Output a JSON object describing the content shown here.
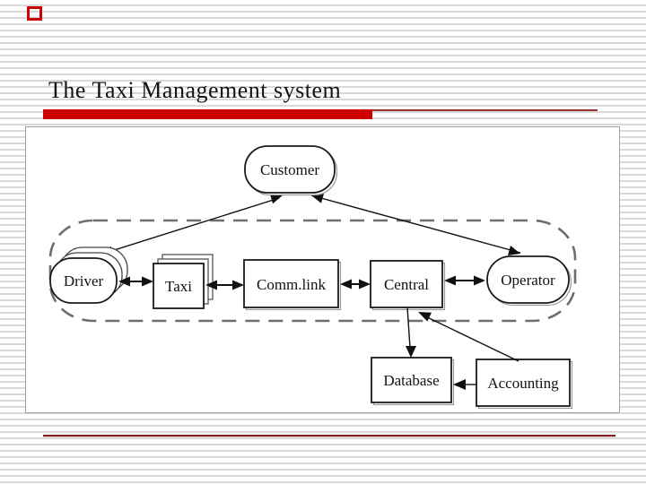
{
  "slide": {
    "title": "The Taxi Management system"
  },
  "colors": {
    "accent_red": "#cc0000",
    "thin_underline_red": "#993333",
    "footer_line_red": "#7a2222",
    "stripe_gray": "#d9d9d9",
    "content_box_border": "#a0a0a0",
    "diagram_ink": "#111111",
    "boundary_dash_gray": "#6e6e6e"
  },
  "diagram": {
    "boundary": {
      "type": "dashed-rounded-rectangle",
      "encloses": [
        "driver",
        "taxi",
        "commlink",
        "central",
        "operator"
      ]
    },
    "nodes": [
      {
        "id": "customer",
        "label": "Customer",
        "shape": "stadium"
      },
      {
        "id": "driver",
        "label": "Driver",
        "shape": "stadium-stacked"
      },
      {
        "id": "taxi",
        "label": "Taxi",
        "shape": "rect-stacked"
      },
      {
        "id": "commlink",
        "label": "Comm.link",
        "shape": "rect"
      },
      {
        "id": "central",
        "label": "Central",
        "shape": "rect"
      },
      {
        "id": "operator",
        "label": "Operator",
        "shape": "stadium"
      },
      {
        "id": "database",
        "label": "Database",
        "shape": "rect"
      },
      {
        "id": "accounting",
        "label": "Accounting",
        "shape": "rect"
      }
    ],
    "edges": [
      {
        "from": "customer",
        "to": "driver",
        "arrows": "both"
      },
      {
        "from": "customer",
        "to": "operator",
        "arrows": "both"
      },
      {
        "from": "driver",
        "to": "taxi",
        "arrows": "both"
      },
      {
        "from": "taxi",
        "to": "commlink",
        "arrows": "both"
      },
      {
        "from": "commlink",
        "to": "central",
        "arrows": "both"
      },
      {
        "from": "central",
        "to": "operator",
        "arrows": "both"
      },
      {
        "from": "central",
        "to": "database",
        "arrows": "to"
      },
      {
        "from": "accounting",
        "to": "central",
        "arrows": "to"
      },
      {
        "from": "accounting",
        "to": "database",
        "arrows": "to"
      }
    ]
  }
}
